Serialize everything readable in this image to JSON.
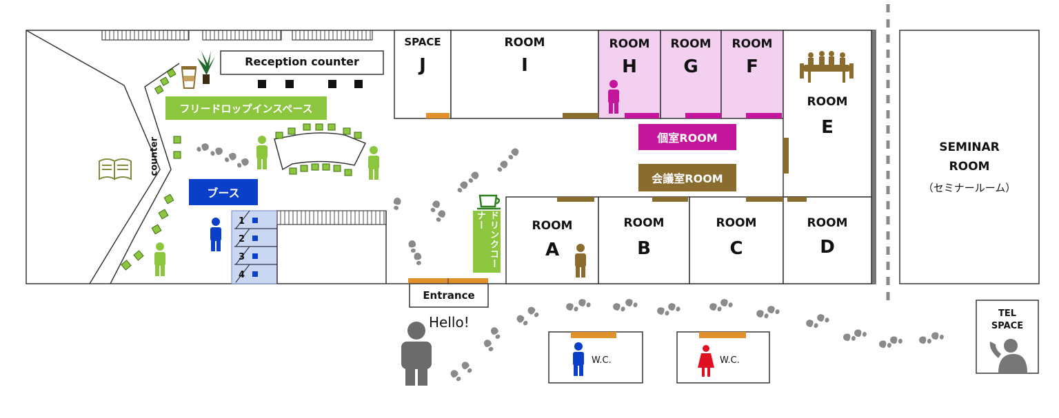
{
  "reception": "Reception counter",
  "counter": "counter",
  "free_drop_space": "フリードロップインスペース",
  "booth": "ブース",
  "booth_numbers": [
    "1",
    "2",
    "3",
    "4"
  ],
  "drink_corner": "ドリンクコーナー",
  "entrance": "Entrance",
  "greeting": "Hello!",
  "room_word": "ROOM",
  "space_word": "SPACE",
  "rooms": {
    "j": "J",
    "i": "I",
    "h": "H",
    "g": "G",
    "f": "F",
    "e": "E",
    "a": "A",
    "b": "B",
    "c": "C",
    "d": "D"
  },
  "private_room": "個室ROOM",
  "meeting_room": "会議室ROOM",
  "seminar": {
    "line1": "SEMINAR",
    "line2": "ROOM",
    "line3": "（セミナールーム）"
  },
  "wc": "W.C.",
  "tel": {
    "line1": "TEL",
    "line2": "SPACE"
  },
  "colors": {
    "green": "#8cc63f",
    "blue": "#0a3fc9",
    "magenta": "#c4169c",
    "olive": "#8a6d2e",
    "orange": "#e0912b",
    "pink": "#f3d0ef",
    "booth_bg": "#c9d7f2",
    "gray": "#808080",
    "red": "#e01020"
  }
}
